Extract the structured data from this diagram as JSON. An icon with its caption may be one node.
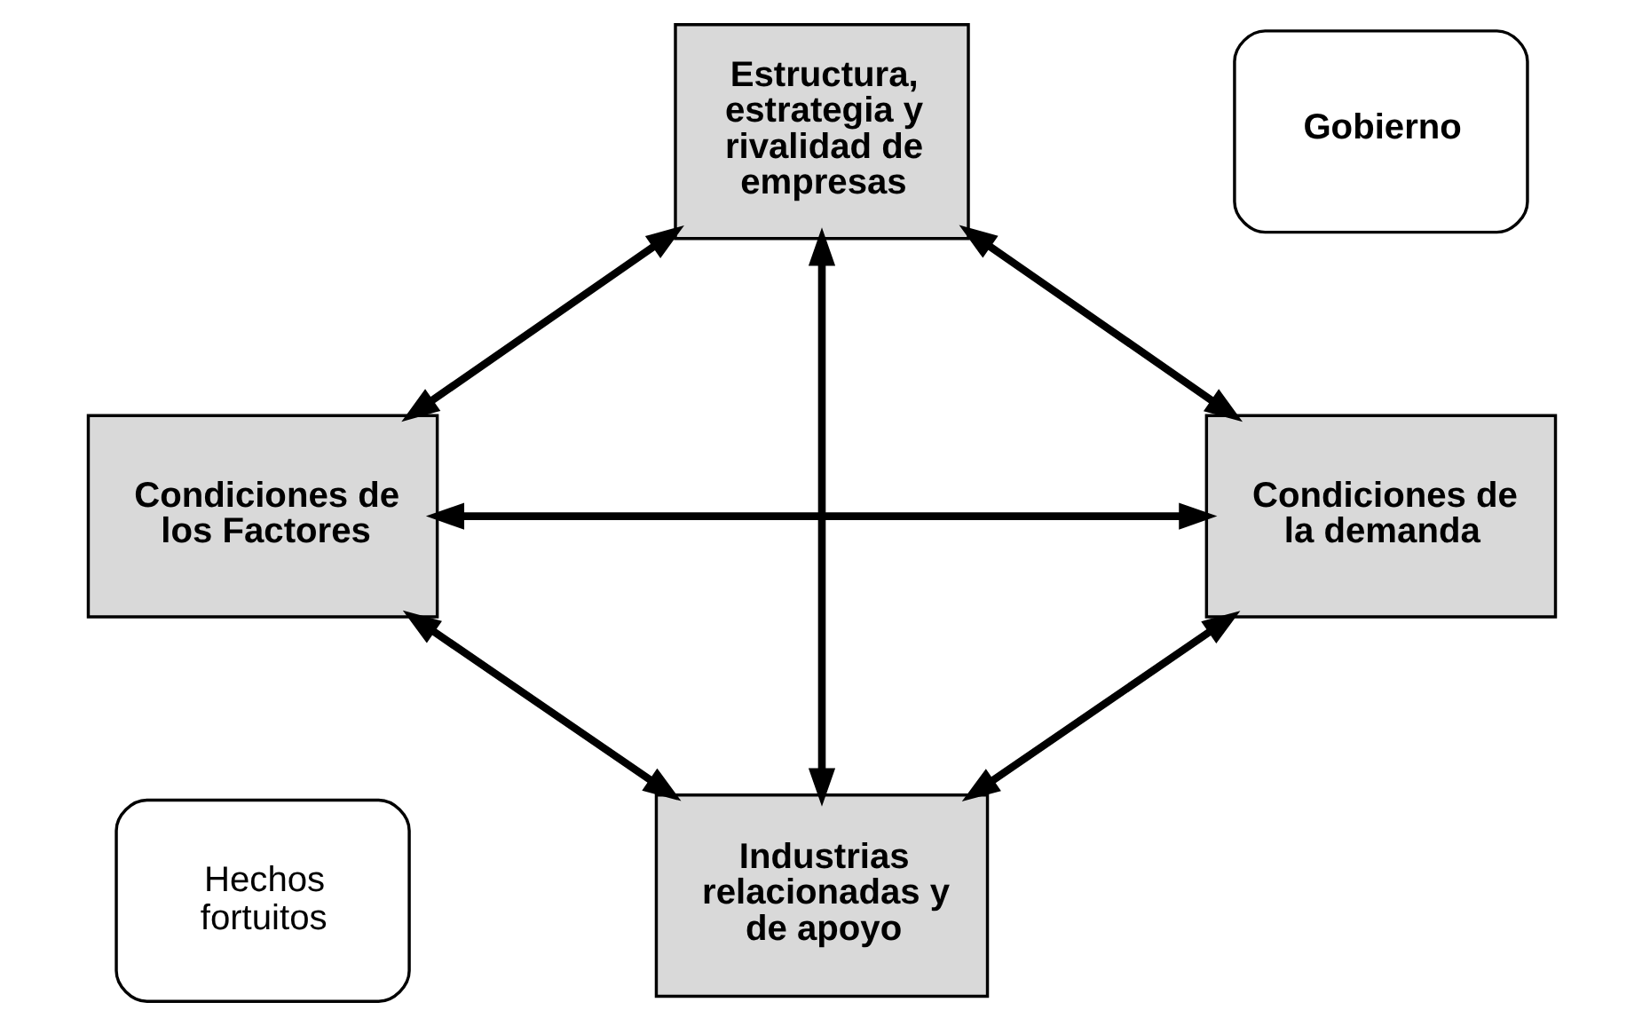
{
  "diagram": {
    "nodes": [
      {
        "text": [
          "Hechos fortuitos"
        ]
      },
      {
        "text": [
          "Estructura, estrategia y rivalidad de empresas"
        ]
      },
      {
        "text": [
          "Condiciones de los Factores"
        ]
      },
      {
        "text": [
          "Condiciones de la demanda"
        ]
      },
      {
        "text": [
          "Industrias relacionadas y de apoyo"
        ]
      },
      {
        "text": [
          "Gobierno"
        ]
      }
    ],
    "edges": [
      {
        "from": 1,
        "to": 2,
        "arrow": "both"
      },
      {
        "from": 1,
        "to": 3,
        "arrow": "both"
      },
      {
        "from": 2,
        "to": 3,
        "arrow": "both"
      },
      {
        "from": 1,
        "to": 4,
        "arrow": "both"
      },
      {
        "from": 2,
        "to": 4,
        "arrow": "both"
      },
      {
        "from": 3,
        "to": 4,
        "arrow": "both"
      }
    ]
  }
}
